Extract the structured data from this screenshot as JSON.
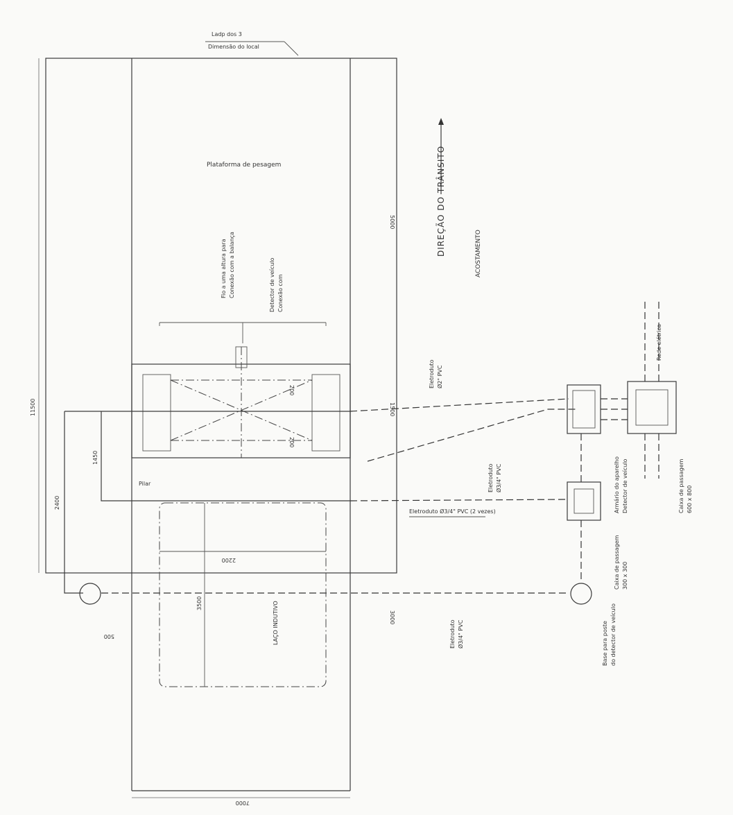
{
  "labels": {
    "top_note_1": "Ladp dos 3",
    "top_note_2": "Dimensão do local",
    "plate": "Plataforma de pesagem",
    "direction": "DIREÇÃO DO TRÂNSITO",
    "parking": "ACOSTAMENTO",
    "note_a1": "Fio a uma altura para",
    "note_a2": "Conexão com a balança",
    "note_b1": "Detector de veículo",
    "note_b2": "Conexão com",
    "pipe_a1": "Eletroduto",
    "pipe_a2": "Ø2\" PVC",
    "pipe_b1": "Eletroduto",
    "pipe_b2": "Ø3/4\" PVC",
    "pipe_c1": "Eletroduto",
    "pipe_c2": "Ø3/4\" PVC",
    "cabinet_1": "Armário do aparelho",
    "cabinet_2": "Detector de veículo",
    "box_1": "Caixa de passagem",
    "box_2": "600 x 800",
    "inspect_1": "Caixa de passagem",
    "inspect_2": "300 x 300",
    "base_1": "Base para poste",
    "base_2": "do detector de veículo",
    "power": "Rede elétrica",
    "loop": "LAÇO INDUTIVO",
    "conduit_note": "Eletroduto Ø3/4\" PVC (2 vezes)",
    "pillar_label": "Pilar"
  },
  "dimensions": {
    "d_total": "11500",
    "d_left": "2400",
    "d_mid": "1450",
    "d_right_top": "5000",
    "d_right_bottom": "3000",
    "d_loop_w": "2200",
    "d_loop_h": "3500",
    "d_bottom": "7000",
    "d_small": "500",
    "d_1500": "1500",
    "d_200a": "200",
    "d_200b": "200"
  }
}
